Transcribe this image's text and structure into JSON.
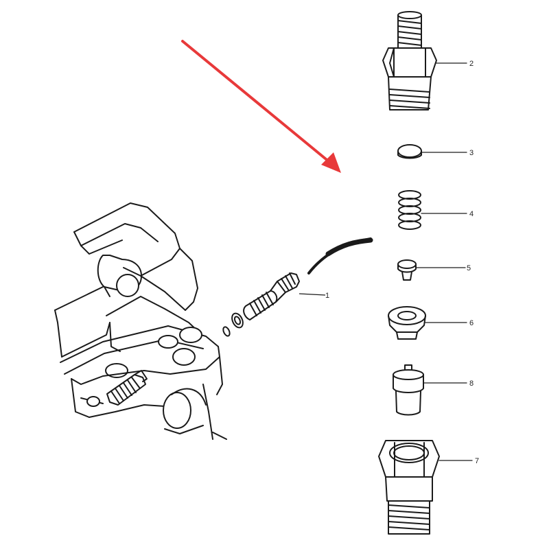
{
  "parts": [
    {
      "id": "nozzle_holder",
      "label": "2"
    },
    {
      "id": "shim_disc",
      "label": "3"
    },
    {
      "id": "spring",
      "label": "4"
    },
    {
      "id": "pressure_pin",
      "label": "5"
    },
    {
      "id": "spacer",
      "label": "6"
    },
    {
      "id": "nozzle_tip",
      "label": "8"
    },
    {
      "id": "retaining_nut",
      "label": "7"
    },
    {
      "id": "injector_assembly",
      "label": "1"
    }
  ],
  "arrow_color": "#e8393a",
  "line_color": "#1a1a1a"
}
